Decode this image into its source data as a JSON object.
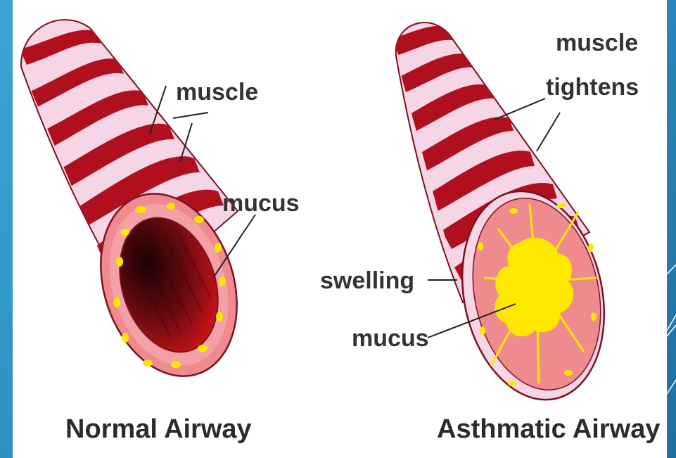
{
  "normal_airway": {
    "title": "Normal Airway",
    "label_muscle": "muscle",
    "label_mucus": "mucus"
  },
  "asthmatic_airway": {
    "title": "Asthmatic Airway",
    "label_muscle_line1": "muscle",
    "label_muscle_line2": "tightens",
    "label_swelling": "swelling",
    "label_mucus": "mucus"
  },
  "colors": {
    "background": "#2d8fc0",
    "muscle": "#b0101e",
    "tissue": "#f6d5e6",
    "lining": "#ef8a8e",
    "mucus": "#ffe800",
    "lumen_dark": "#3a0508",
    "lumen_red": "#e01010"
  }
}
